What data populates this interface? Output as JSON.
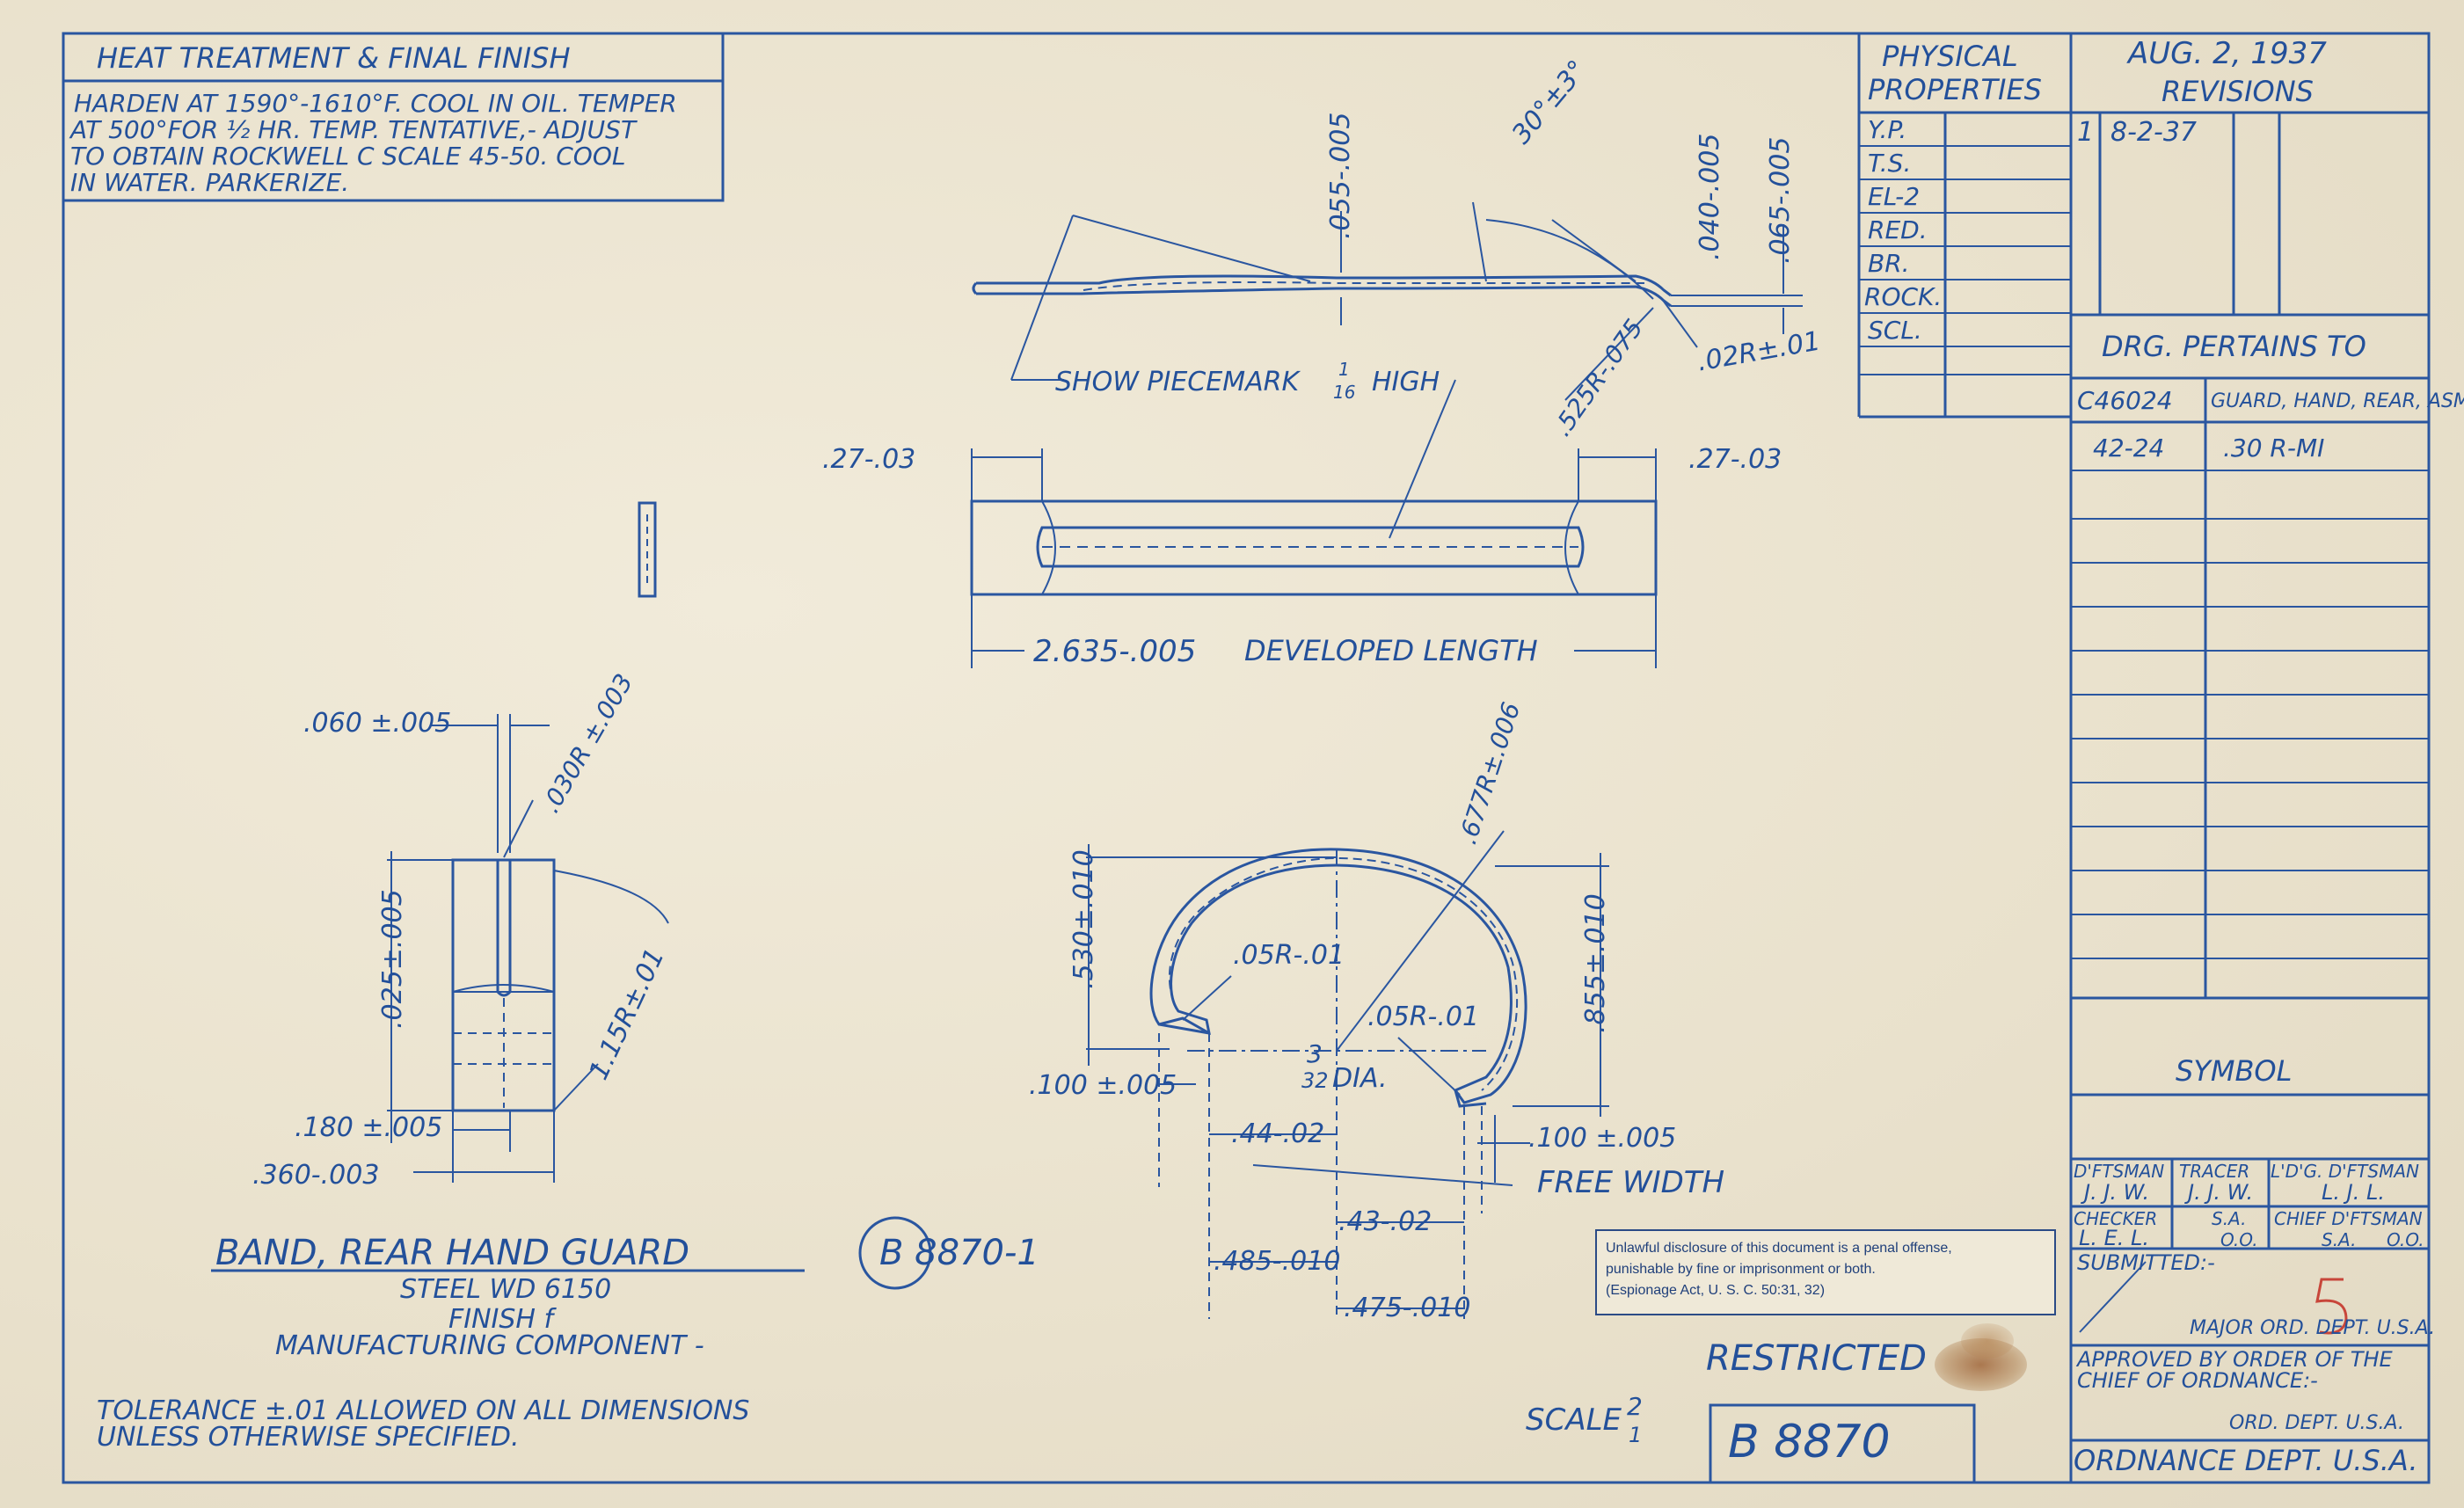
{
  "heat_treatment": {
    "title": "HEAT TREATMENT & FINAL FINISH",
    "lines": [
      "HARDEN AT 1590°-1610°F.  COOL IN OIL.  TEMPER",
      "AT 500°FOR ½ HR.  TEMP. TENTATIVE,- ADJUST",
      "TO OBTAIN ROCKWELL C SCALE 45-50.  COOL",
      "IN WATER.  PARKERIZE."
    ]
  },
  "physical_properties": {
    "title_line1": "PHYSICAL",
    "title_line2": "PROPERTIES",
    "rows": [
      "Y.P.",
      "T.S.",
      "EL-2",
      "RED.",
      "BR.",
      "ROCK.",
      "SCL."
    ]
  },
  "revisions": {
    "date": "AUG. 2, 1937",
    "title": "REVISIONS",
    "entry_number": "1",
    "entry_date": "8-2-37"
  },
  "pertains": {
    "title": "DRG. PERTAINS TO",
    "rows": [
      {
        "code": "C46024",
        "desc": "GUARD, HAND, REAR, ASM."
      },
      {
        "code": "42-24",
        "desc": ".30 R-MI"
      }
    ]
  },
  "symbol_label": "SYMBOL",
  "signatures": {
    "draftsman": "D'FTSMAN",
    "draftsman_initials": "J. J. W.",
    "tracer": "TRACER",
    "tracer_initials": "J. J. W.",
    "ldg_draftsman": "L'D'G. D'FTSMAN",
    "ldg_initials": "L. J. L.",
    "checker": "CHECKER",
    "checker_initials": "L. E. L.",
    "checker_mark": "S.A.",
    "checker_mark2": "O.O.",
    "chief": "CHIEF D'FTSMAN",
    "chief_mark": "S.A.",
    "chief_mark2": "O.O.",
    "submitted": "SUBMITTED:-",
    "major": "MAJOR ORD. DEPT. U.S.A.",
    "approved1": "APPROVED BY ORDER OF THE",
    "approved2": "CHIEF OF ORDNANCE:-",
    "ord_dept": "ORD. DEPT. U.S.A.",
    "ordnance": "ORDNANCE DEPT. U.S.A.",
    "red_mark": "5"
  },
  "dimensions": {
    "d055": ".055-.005",
    "d30": "30°±3°",
    "d040": ".040-.005",
    "d065": ".065-.005",
    "d02r": ".02R±.01",
    "d525": ".525R-.075",
    "piecemark": "SHOW PIECEMARK",
    "piecemark_frac_num": "1",
    "piecemark_frac_den": "16",
    "piecemark_high": "HIGH",
    "d27l": ".27-.03",
    "d27r": ".27-.03",
    "dev_len": "2.635-.005",
    "dev_label": "DEVELOPED LENGTH",
    "d060": ".060 ±.005",
    "d030r": ".030R ±.003",
    "d025": ".025±.005",
    "d115r": "1.15R±.01",
    "d180": ".180 ±.005",
    "d360": ".360-.003",
    "d677": ".677R±.006",
    "d530": ".530±.010",
    "d05r1": ".05R-.01",
    "d05r2": ".05R-.01",
    "d855": ".855±.010",
    "d100l": ".100 ±.005",
    "dia_num": "3",
    "dia_den": "32",
    "dia_label": "DIA.",
    "d100r": ".100 ±.005",
    "d44": ".44-.02",
    "free_width": "FREE WIDTH",
    "d43": ".43-.02",
    "d485": ".485-.010",
    "d475": ".475-.010"
  },
  "part": {
    "name": "BAND, REAR HAND GUARD",
    "material": "STEEL WD 6150",
    "finish": "FINISH f",
    "type": "MANUFACTURING COMPONENT -",
    "number": "B 8870-1",
    "tolerance1": "TOLERANCE ±.01 ALLOWED ON ALL DIMENSIONS",
    "tolerance2": "UNLESS OTHERWISE SPECIFIED."
  },
  "notice": {
    "line1": "Unlawful disclosure of this document is a penal offense,",
    "line2": "punishable by fine or imprisonment or both.",
    "line3": "(Espionage Act, U. S. C. 50:31, 32)"
  },
  "restricted": "RESTRICTED",
  "scale_label": "SCALE",
  "scale_num": "2",
  "scale_den": "1",
  "drawing_number": "B 8870",
  "colors": {
    "ink": "#23509a",
    "paper": "#e9e2cf",
    "red_mark": "#c8463a",
    "stain": "#a0663a"
  }
}
